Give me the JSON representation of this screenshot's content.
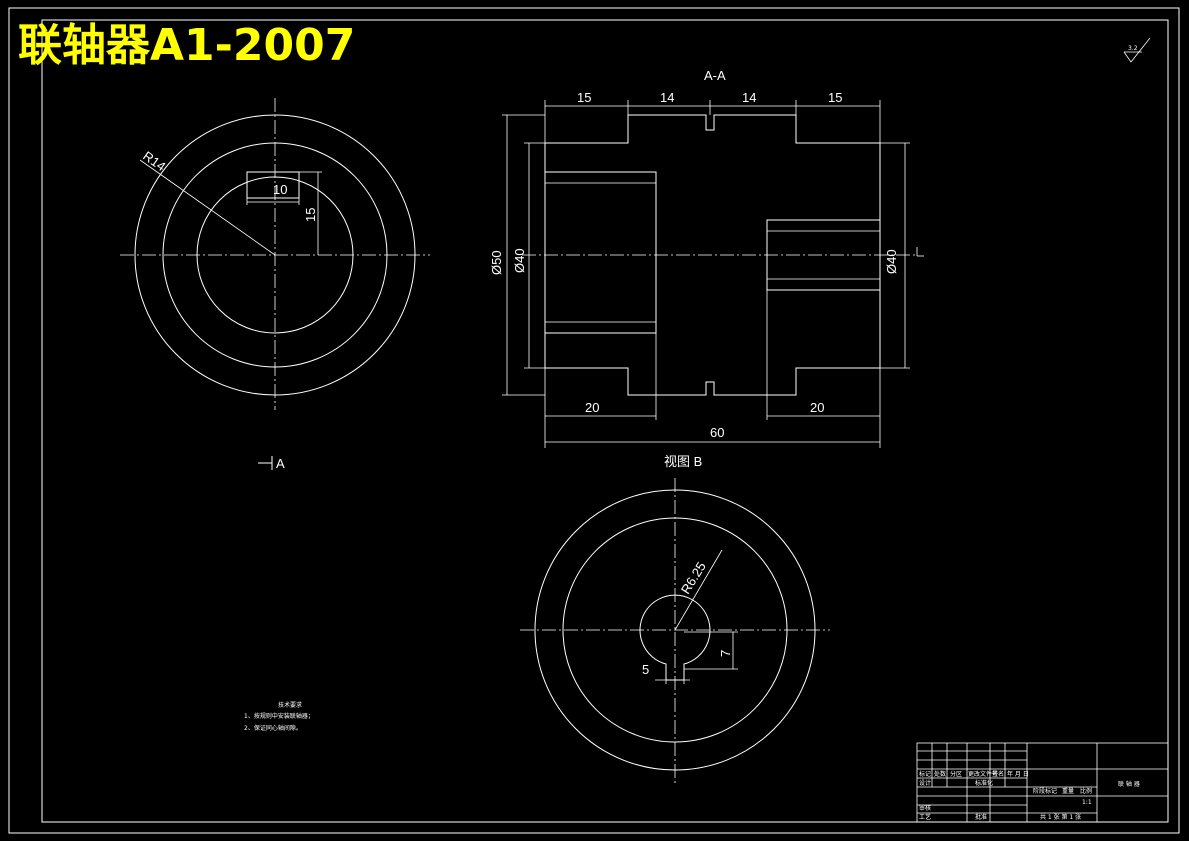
{
  "title": "联轴器A1-2007",
  "title_color": "#ffff00",
  "line_color": "#ffffff",
  "background": "#000000",
  "roughness_symbol": "3.2",
  "section_label": "A-A",
  "section_arrow_label": "A",
  "section_dims": {
    "top": [
      "15",
      "14",
      "14",
      "15"
    ],
    "bottom_left": "20",
    "bottom_right": "20",
    "overall": "60",
    "left_outer_dia": "Ø50",
    "left_inner_dia": "Ø40",
    "right_dia": "Ø40"
  },
  "left_view_dims": {
    "radius": "R14",
    "slot_width": "10",
    "slot_depth": "15"
  },
  "view_b": {
    "label": "视图 B",
    "radius": "R6.25",
    "key_width": "5",
    "key_depth": "7"
  },
  "tech_notes": {
    "heading": "技术要求",
    "lines": [
      "1、按规则中安装联轴器；",
      "2、保证同心轴间隙。"
    ]
  },
  "title_block": {
    "part_name": "联 轴 器",
    "scale": "1:1",
    "sheet": "共 1 张  第 1 张",
    "row_labels": [
      "标记",
      "设计",
      "审核",
      "工艺"
    ],
    "headers": [
      "处数",
      "分区",
      "更改文件号",
      "签名",
      "年 月 日"
    ],
    "fields": [
      "标准化",
      "批准",
      "阶段标记",
      "重量",
      "比例"
    ]
  }
}
